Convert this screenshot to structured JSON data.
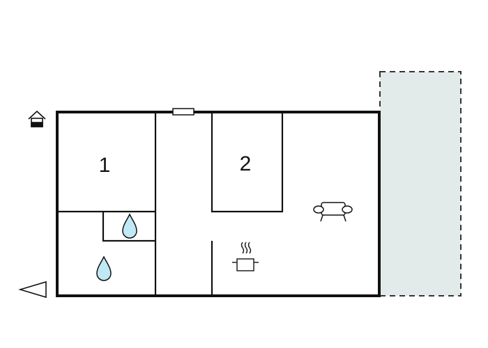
{
  "floorplan": {
    "rooms": [
      {
        "label": "1",
        "type": "bedroom"
      },
      {
        "label": "2",
        "type": "bedroom"
      }
    ],
    "icons": {
      "entrance": "house-entrance-icon",
      "water_1": "water-drop-icon",
      "water_2": "water-drop-icon",
      "sofa": "sofa-icon",
      "cooking": "cooking-pot-icon",
      "orientation": "orientation-arrow-icon"
    },
    "areas": {
      "terrace": "dashed-outline"
    },
    "colors": {
      "wall": "#111111",
      "water": "#bfe9f5",
      "terrace_fill": "#e3eaea",
      "terrace_border": "#333333"
    }
  }
}
